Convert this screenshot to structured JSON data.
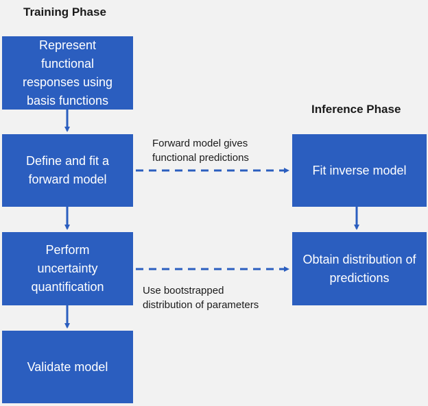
{
  "training": {
    "title": "Training Phase",
    "boxes": [
      {
        "label": "Represent functional responses using basis functions"
      },
      {
        "label": "Define and fit a forward model"
      },
      {
        "label": "Perform uncertainty quantification"
      },
      {
        "label": "Validate model"
      }
    ]
  },
  "inference": {
    "title": "Inference Phase",
    "boxes": [
      {
        "label": "Fit inverse model"
      },
      {
        "label": "Obtain distribution of predictions"
      }
    ]
  },
  "links": {
    "forward_note": [
      "Forward model gives",
      "functional predictions"
    ],
    "bootstrap_note": [
      "Use bootstrapped",
      "distribution of parameters"
    ]
  },
  "colors": {
    "box": "#2b5ebf",
    "arrow": "#2b5ebf",
    "background": "#f2f2f2"
  }
}
